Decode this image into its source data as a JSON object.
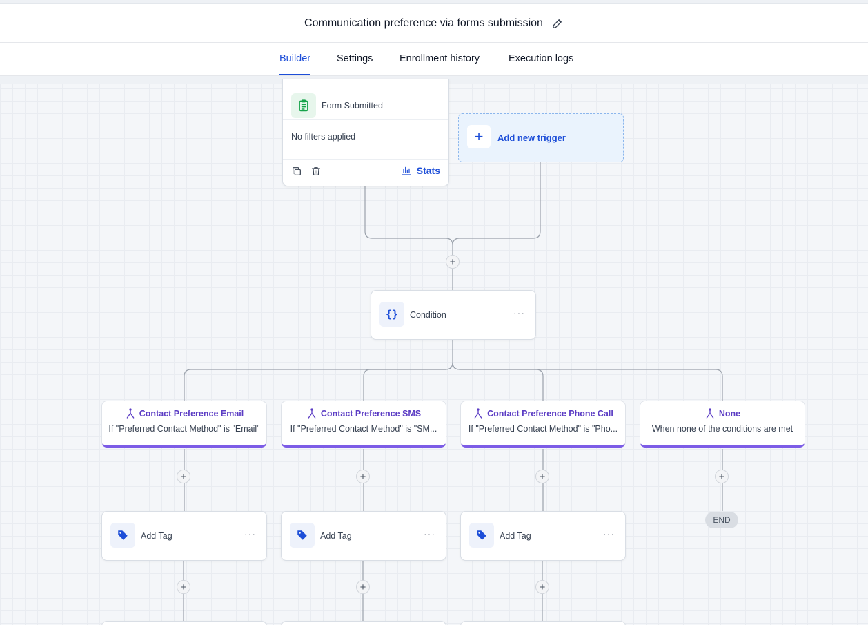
{
  "header": {
    "title": "Communication preference via forms submission"
  },
  "tabs": [
    {
      "label": "Builder",
      "active": true
    },
    {
      "label": "Settings",
      "active": false
    },
    {
      "label": "Enrollment history",
      "active": false
    },
    {
      "label": "Execution logs",
      "active": false
    }
  ],
  "trigger": {
    "label": "Form Submitted",
    "filters": "No filters applied",
    "stats_label": "Stats"
  },
  "add_trigger": {
    "label": "Add new trigger"
  },
  "condition": {
    "label": "Condition"
  },
  "branches": [
    {
      "title": "Contact Preference Email",
      "description": "If \"Preferred Contact Method\" is \"Email\""
    },
    {
      "title": "Contact Preference SMS",
      "description": "If \"Preferred Contact Method\" is \"SM..."
    },
    {
      "title": "Contact Preference Phone Call",
      "description": "If \"Preferred Contact Method\" is \"Pho..."
    },
    {
      "title": "None",
      "description": "When none of the conditions are met"
    }
  ],
  "actions": [
    {
      "label": "Add Tag"
    },
    {
      "label": "Add Tag"
    },
    {
      "label": "Add Tag"
    }
  ],
  "end": {
    "label": "END"
  },
  "colors": {
    "accent": "#1d4ed8",
    "branch": "#7c5ce6",
    "trigger_icon": "#16a34a"
  }
}
